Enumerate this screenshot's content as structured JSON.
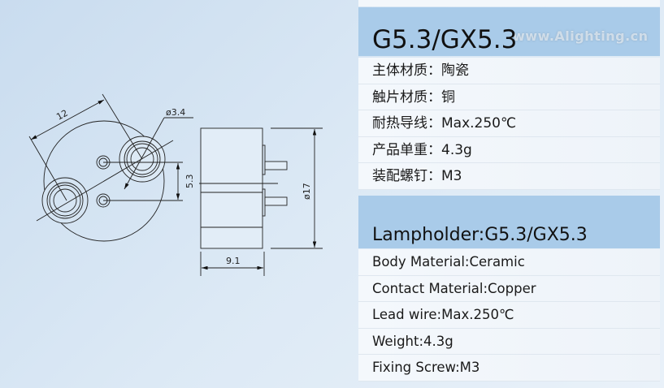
{
  "drawing": {
    "dim_diameter_hole": "ø3.4",
    "dim_hole_spacing": "12",
    "dim_pin_spacing": "5.3",
    "dim_diameter_body": "ø17",
    "dim_height": "9.1"
  },
  "chinese_spec": {
    "title": "G5.3/GX5.3",
    "watermark": "www.Alighting.cn",
    "rows": [
      "主体材质：陶瓷",
      "触片材质：铜",
      "耐热导线：Max.250℃",
      "产品单重：4.3g",
      "装配螺钉：M3"
    ]
  },
  "english_spec": {
    "title": "Lampholder:G5.3/GX5.3",
    "rows": [
      "Body Material:Ceramic",
      "Contact Material:Copper",
      "Lead wire:Max.250℃",
      "Weight:4.3g",
      "Fixing Screw:M3"
    ]
  }
}
